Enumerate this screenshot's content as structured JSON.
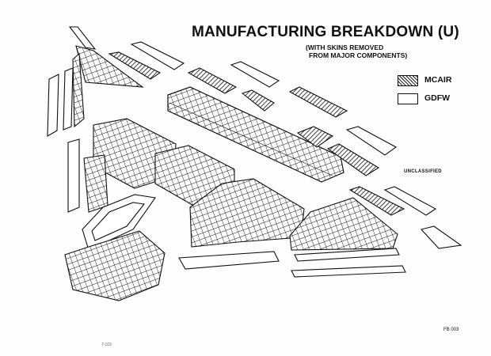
{
  "figure": {
    "title": "MANUFACTURING BREAKDOWN (U)",
    "subtitle_line1": "(WITH SKINS REMOVED",
    "subtitle_line2": "FROM MAJOR COMPONENTS)",
    "classification": "UNCLASSIFIED",
    "figure_number": "FB 003",
    "corner_mark": "7-103"
  },
  "legend": {
    "items": [
      {
        "label": "MCAIR",
        "pattern": "hatched"
      },
      {
        "label": "GDFW",
        "pattern": "plain"
      }
    ]
  },
  "colors": {
    "ink": "#111111",
    "paper": "#fdfdfb"
  }
}
